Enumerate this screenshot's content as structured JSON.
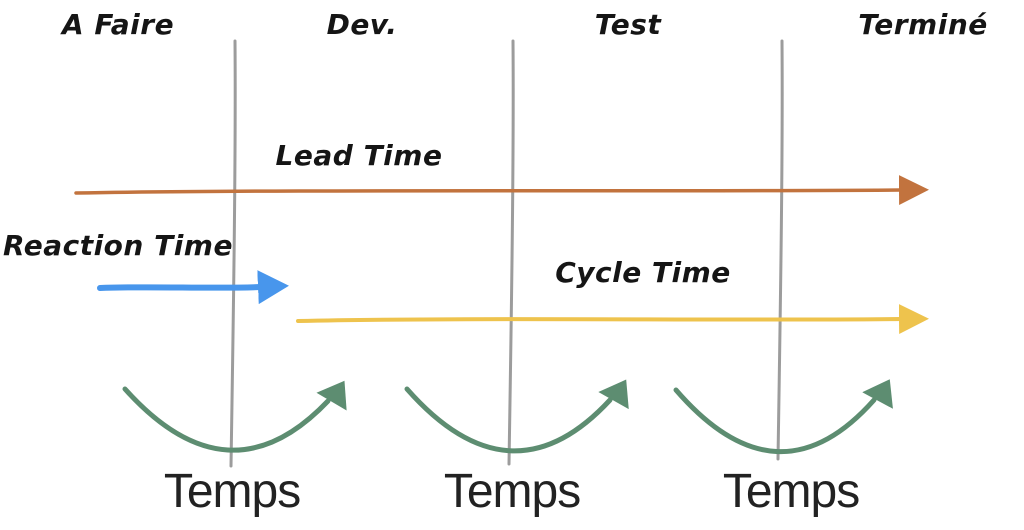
{
  "columns": [
    {
      "label": "A Faire"
    },
    {
      "label": "Dev."
    },
    {
      "label": "Test"
    },
    {
      "label": "Terminé"
    }
  ],
  "metrics": {
    "lead_time": {
      "label": "Lead Time",
      "color": "#c2733e"
    },
    "reaction_time": {
      "label": "Reaction Time",
      "color": "#4896ec"
    },
    "cycle_time": {
      "label": "Cycle Time",
      "color": "#eec34d"
    }
  },
  "time_axis": {
    "color": "#5d8d71",
    "labels": [
      "Temps",
      "Temps",
      "Temps"
    ]
  },
  "divider_color": "#8b8b8b",
  "background_color": "#ffffff"
}
